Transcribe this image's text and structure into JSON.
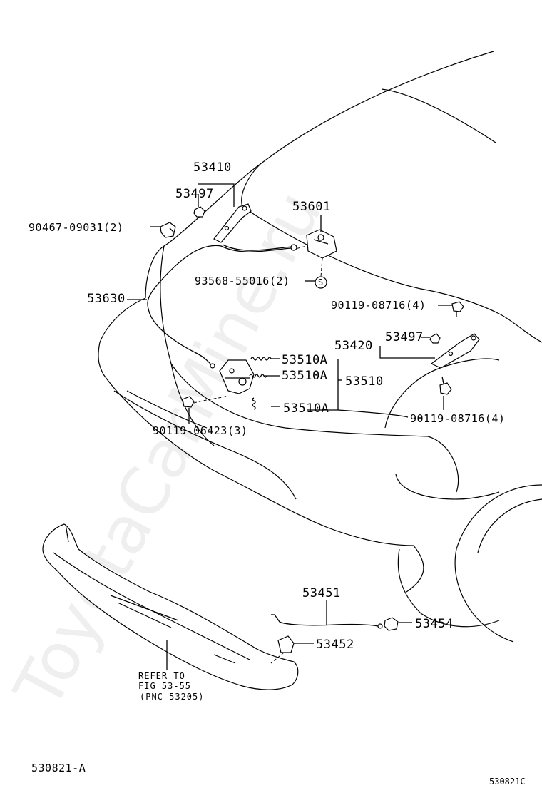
{
  "diagram": {
    "labels": {
      "p53410": "53410",
      "p53497_top": "53497",
      "p53601": "53601",
      "p90467": "90467-09031(2)",
      "p93568": "93568-55016(2)",
      "p53630": "53630",
      "p90119_top": "90119-08716(4)",
      "p53420": "53420",
      "p53497_right": "53497",
      "p53510a_1": "53510A",
      "p53510a_2": "53510A",
      "p53510": "53510",
      "p53510a_3": "53510A",
      "p90119_right": "90119-08716(4)",
      "p90119_06423": "90119-06423(3)",
      "p53451": "53451",
      "p53454": "53454",
      "p53452": "53452"
    },
    "reference_note": {
      "line1": "REFER TO",
      "line2": "FIG 53-55",
      "line3": "(PNC 53205)"
    },
    "callout_symbol": "S",
    "figure_id": "530821-A",
    "corner_code": "530821C",
    "watermark": "ToyotaCarMine.ru"
  }
}
